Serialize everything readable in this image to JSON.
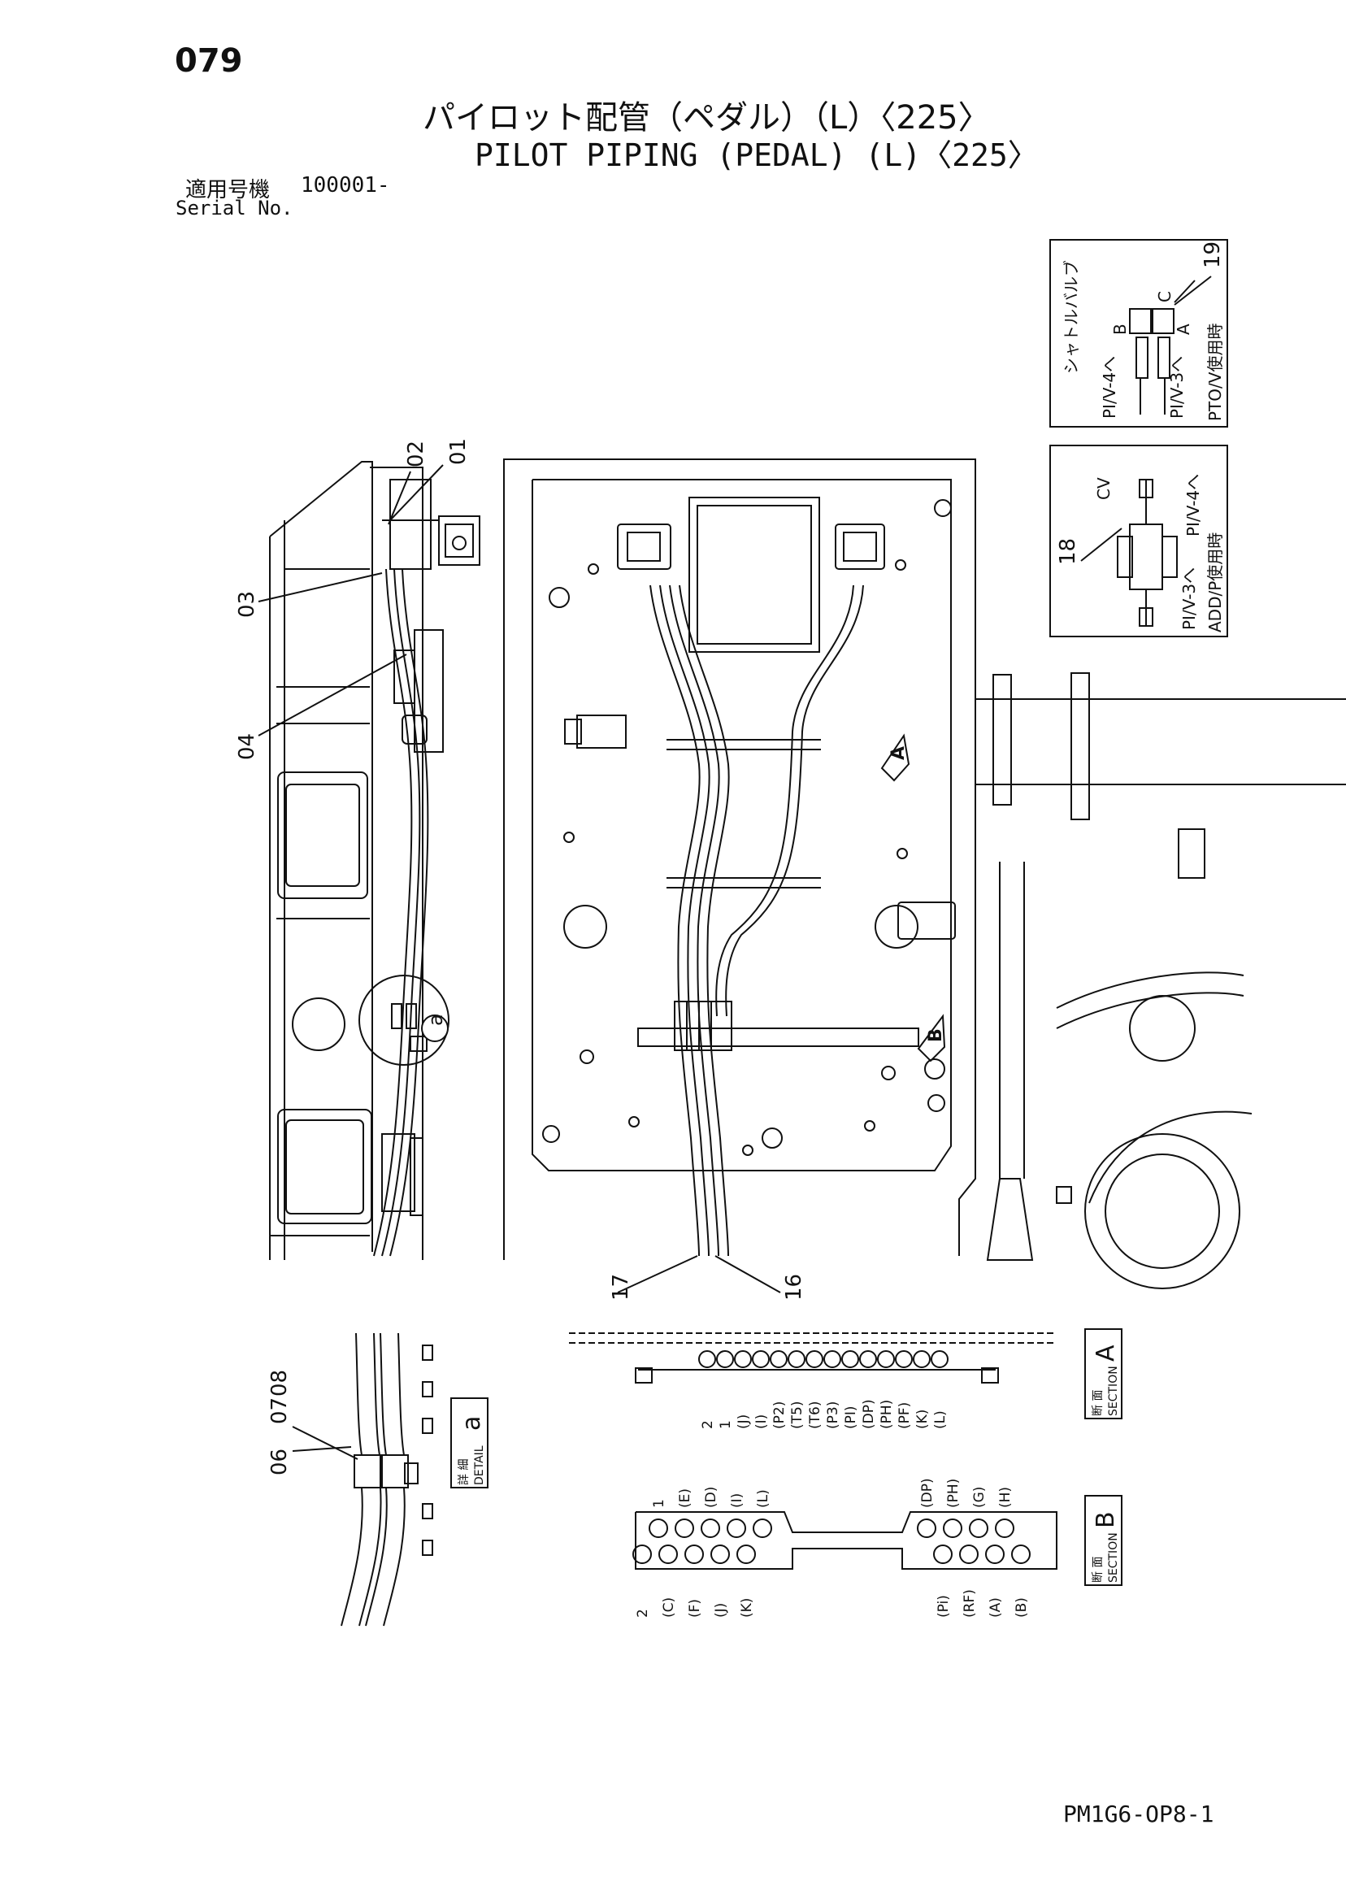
{
  "page": {
    "number": "079",
    "title_jp": "パイロット配管（ペダル）（L）〈225〉",
    "title_en": "PILOT PIPING (PEDAL) (L)〈225〉",
    "serial_label_jp": "適用号機",
    "serial_value": "100001-",
    "serial_label_en": "Serial No.",
    "drawing_code": "PM1G6-OP8-1"
  },
  "callouts": {
    "c01": "01",
    "c02": "02",
    "c03": "03",
    "c04": "04",
    "c06": "06",
    "c07": "07",
    "c08": "08",
    "c16": "16",
    "c17": "17",
    "c18": "18",
    "c19": "19"
  },
  "inset_pto": {
    "shuttle": "シャトルバルブ",
    "pv4": "PI/V-4へ",
    "pv3": "PI/V-3へ",
    "title": "PTO/V使用時",
    "a": "A",
    "b": "B",
    "c": "C"
  },
  "inset_add": {
    "cv": "CV",
    "pv4": "PI/V-4へ",
    "pv3": "PI/V-3へ",
    "title": "ADD/P使用時"
  },
  "markers": {
    "a": "A",
    "b": "B",
    "detail": "a"
  },
  "section_a": {
    "jp": "断 面",
    "en": "SECTION",
    "letter": "A",
    "labels": [
      "2",
      "1",
      "(J)",
      "(I)",
      "(P2)",
      "(T5)",
      "(T6)",
      "(P3)",
      "(PI)",
      "(DP)",
      "(PH)",
      "(PF)",
      "(K)",
      "(L)"
    ]
  },
  "section_b": {
    "jp": "断 面",
    "en": "SECTION",
    "letter": "B",
    "top_left": [
      "1",
      "(E)",
      "(D)",
      "(I)",
      "(L)"
    ],
    "top_right": [
      "(DP)",
      "(PH)",
      "(G)",
      "(H)"
    ],
    "bottom_left": [
      "2",
      "(C)",
      "(F)",
      "(J)",
      "(K)"
    ],
    "bottom_right": [
      "(Pi)",
      "(RF)",
      "(A)",
      "(B)"
    ]
  },
  "detail_a": {
    "jp": "詳 細",
    "en": "DETAIL",
    "letter": "a"
  }
}
